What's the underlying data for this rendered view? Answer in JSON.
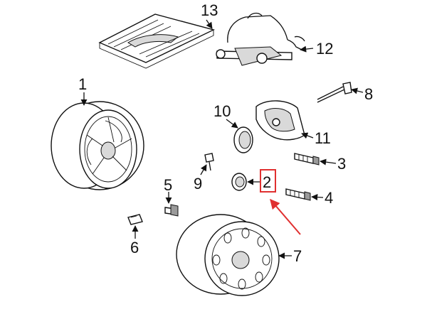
{
  "diagram": {
    "parts": [
      {
        "id": "1",
        "label": "1"
      },
      {
        "id": "2",
        "label": "2"
      },
      {
        "id": "3",
        "label": "3"
      },
      {
        "id": "4",
        "label": "4"
      },
      {
        "id": "5",
        "label": "5"
      },
      {
        "id": "6",
        "label": "6"
      },
      {
        "id": "7",
        "label": "7"
      },
      {
        "id": "8",
        "label": "8"
      },
      {
        "id": "9",
        "label": "9"
      },
      {
        "id": "10",
        "label": "10"
      },
      {
        "id": "11",
        "label": "11"
      },
      {
        "id": "12",
        "label": "12"
      },
      {
        "id": "13",
        "label": "13"
      }
    ],
    "highlight": {
      "part": "2",
      "box_color": "#e03030",
      "arrow_color": "#e03030"
    }
  }
}
